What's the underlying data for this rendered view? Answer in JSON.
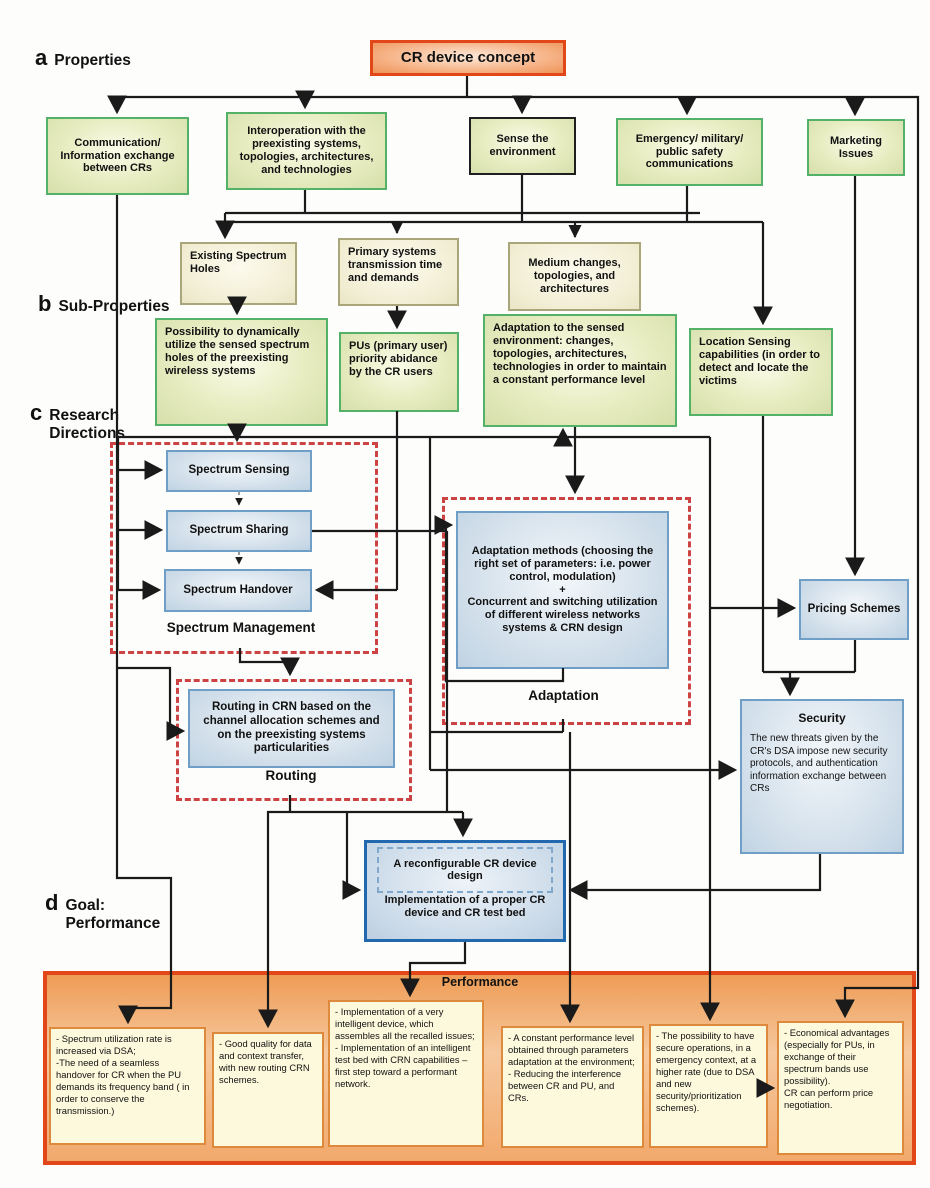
{
  "diagram_title": "CR device concept",
  "section_labels": {
    "a": {
      "letter": "a",
      "text": "Properties"
    },
    "b": {
      "letter": "b",
      "text": "Sub-Properties"
    },
    "c": {
      "letter": "c",
      "text": "Research\nDirections"
    },
    "d": {
      "letter": "d",
      "text": "Goal:\nPerformance"
    }
  },
  "properties": [
    {
      "text": "Communication/ Information exchange between CRs"
    },
    {
      "text": "Interoperation with the preexisting systems, topologies, architectures, and technologies"
    },
    {
      "text": "Sense the environment"
    },
    {
      "text": "Emergency/ military/ public safety communications"
    },
    {
      "text": "Marketing Issues"
    }
  ],
  "intermediate": [
    {
      "text": "Existing Spectrum Holes"
    },
    {
      "text": "Primary systems transmission time and demands"
    },
    {
      "text": "Medium changes, topologies, and architectures"
    }
  ],
  "sub_properties": [
    {
      "text": "Possibility to dynamically utilize the sensed spectrum holes of the preexisting wireless systems"
    },
    {
      "text": "PUs (primary user) priority abidance by the CR users"
    },
    {
      "text": "Adaptation to the sensed environment: changes, topologies, architectures, technologies in order to maintain a constant performance level"
    },
    {
      "text": "Location Sensing capabilities (in order to detect and locate the victims"
    }
  ],
  "research": {
    "spectrum_management": {
      "caption": "Spectrum Management",
      "items": [
        {
          "text": "Spectrum Sensing"
        },
        {
          "text": "Spectrum Sharing"
        },
        {
          "text": "Spectrum Handover"
        }
      ]
    },
    "adaptation": {
      "caption": "Adaptation",
      "text": "Adaptation methods (choosing the right set of parameters: i.e. power control, modulation)\n+\nConcurrent and switching utilization of different wireless networks systems & CRN design"
    },
    "routing": {
      "caption": "Routing",
      "text": "Routing in CRN based on the channel allocation schemes and on the preexisting systems particularities"
    },
    "pricing": {
      "text": "Pricing Schemes"
    },
    "security": {
      "title": "Security",
      "text": "The new threats given by the CR's DSA impose new security protocols, and authentication information exchange between CRs"
    },
    "device": {
      "design": "A reconfigurable CR device design",
      "implementation": "Implementation of a proper CR device and CR test bed"
    }
  },
  "performance": {
    "title": "Performance",
    "outcomes": [
      {
        "text": "- Spectrum utilization rate is increased via DSA;\n-The need of a seamless handover for CR when the PU demands its frequency band ( in order to conserve the transmission.)"
      },
      {
        "text": "- Good quality for data and context transfer, with new routing CRN schemes."
      },
      {
        "text": "- Implementation of a very intelligent device, which assembles all the recalled issues;\n- Implementation of an intelligent test bed with CRN capabilities – first step toward a performant network."
      },
      {
        "text": "- A constant performance level obtained through parameters adaptation at the environment;\n- Reducing the interference between CR and PU, and CRs."
      },
      {
        "text": "- The possibility to have secure operations, in a emergency context, at a higher rate (due to DSA and new security/prioritization schemes)."
      },
      {
        "text": "- Economical advantages (especially for PUs, in exchange of their spectrum bands use possibility).\nCR can perform price negotiation."
      }
    ]
  },
  "colors": {
    "accent_orange": "#e2471a",
    "green_border": "#53b168",
    "green_fill": "#e7ecc0",
    "cream_fill": "#f2eed4",
    "blue_border": "#6f9ec7",
    "blue_fill": "#cfdde9",
    "device_border": "#2268ae",
    "dashed_red": "#cd4242",
    "performance_fill": "#f2a96c",
    "outcome_fill": "#fdf9dc",
    "outcome_border": "#dd8a3d",
    "line": "#1a1a1a"
  }
}
